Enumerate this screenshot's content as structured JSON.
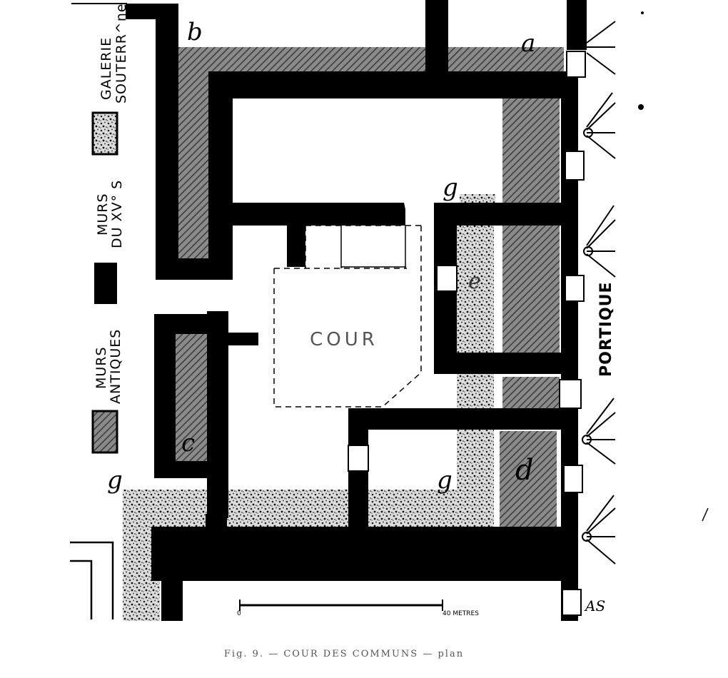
{
  "legend": {
    "galerie_line1": "GALERIE",
    "galerie_line2": "SOUTERR^ne",
    "murs_xv_line1": "MURS",
    "murs_xv_line2": "DU XV° S",
    "murs_antiques_line1": "MURS",
    "murs_antiques_line2": "ANTIQUES"
  },
  "labels": {
    "a": "a",
    "b": "b",
    "c": "c",
    "d": "d",
    "e": "e",
    "g_top": "g",
    "g_left": "g",
    "g_right": "g"
  },
  "cour": "COUR",
  "portique": "PORTIQUE",
  "scale": {
    "start": "0",
    "end": "40 METRES"
  },
  "caption": "Fig. 9. — COUR DES COMMUNS — plan",
  "signature": "AS",
  "colors": {
    "ink": "#000000",
    "paper": "#ffffff",
    "antique_hatch": "#6a6a6a",
    "gallery": "#bdbdbd"
  }
}
